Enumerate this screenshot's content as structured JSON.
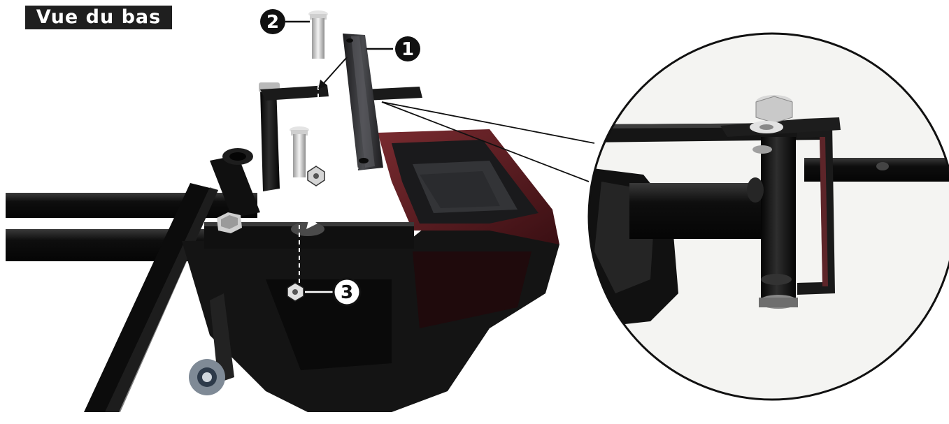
{
  "header": {
    "view_label": "Vue du bas"
  },
  "callouts": [
    {
      "number": "1",
      "part": "bracket-bar"
    },
    {
      "number": "2",
      "part": "bolt"
    },
    {
      "number": "3",
      "part": "nut"
    }
  ],
  "colors": {
    "frame": "#121212",
    "seat_accent": "#5a1a1e",
    "label_bg": "#1f1f1f",
    "bracket": "#2f3033",
    "hardware": "#c8c8c8"
  }
}
